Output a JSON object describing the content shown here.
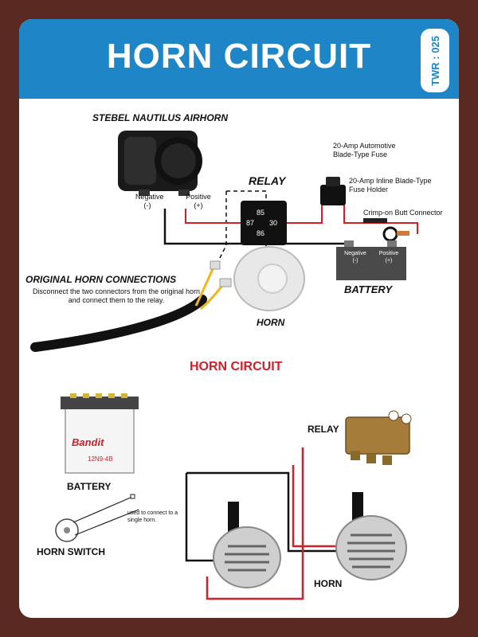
{
  "header": {
    "title": "HORN CIRCUIT",
    "code": "TWR : 025"
  },
  "top_diagram": {
    "airhorn_label": "STEBEL NAUTILUS AIRHORN",
    "negative_label": "Negative",
    "negative_sign": "(-)",
    "positive_label": "Positive",
    "positive_sign": "(+)",
    "relay_label": "RELAY",
    "relay_pins": [
      "85",
      "87",
      "30",
      "86"
    ],
    "fuse_label_line1": "20-Amp Automotive",
    "fuse_label_line2": "Blade-Type Fuse",
    "fuse_holder_line1": "20-Amp Inline Blade-Type",
    "fuse_holder_line2": "Fuse Holder",
    "crimp_label": "Crimp-on Butt Connector",
    "battery_neg_label": "Negative",
    "battery_neg_sign": "(-)",
    "battery_pos_label": "Positive",
    "battery_pos_sign": "(+)",
    "battery_label": "BATTERY",
    "original_title": "ORIGINAL HORN CONNECTIONS",
    "original_desc_line1": "Disconnect the two connectors from the original horn",
    "original_desc_line2": "and connect them to the relay.",
    "horn_label": "HORN"
  },
  "bottom_diagram": {
    "section_title": "HORN CIRCUIT",
    "battery_label": "BATTERY",
    "battery_brand": "Bandit",
    "battery_model": "12N9-4B",
    "relay_label": "RELAY",
    "horn_switch_label": "HORN SWITCH",
    "switch_note_line1": "used to connect to a",
    "switch_note_line2": "single horn.",
    "horn_label": "HORN"
  },
  "colors": {
    "header_blue": "#1e86c6",
    "border_brown": "#5a2a22",
    "wire_red": "#d0202a",
    "wire_black": "#111111",
    "wire_yellow": "#f2b619"
  }
}
